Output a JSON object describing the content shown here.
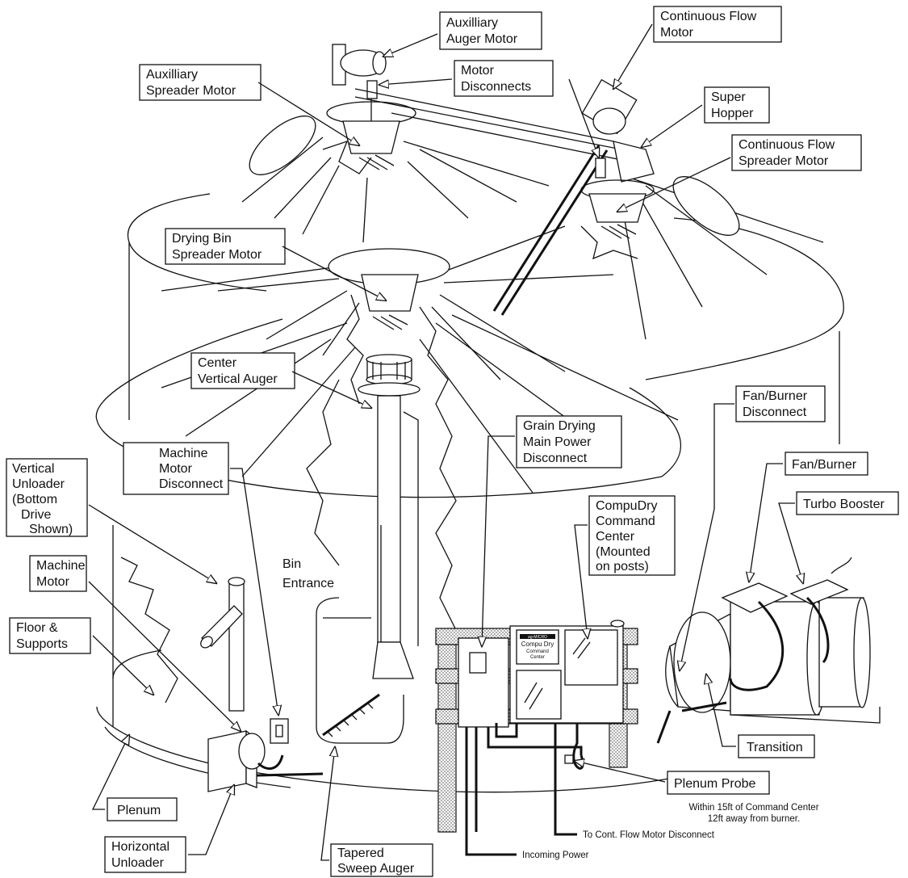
{
  "diagram": {
    "labels": {
      "aux_auger_motor": [
        "Auxilliary",
        "Auger Motor"
      ],
      "continuous_flow_motor": [
        "Continuous Flow",
        "Motor"
      ],
      "aux_spreader_motor": [
        "Auxilliary",
        "Spreader Motor"
      ],
      "motor_disconnects": [
        "Motor",
        "Disconnects"
      ],
      "super_hopper": [
        "Super",
        "Hopper"
      ],
      "cf_spreader_motor": [
        "Continuous Flow",
        "Spreader Motor"
      ],
      "drying_bin_spreader": [
        "Drying Bin",
        "Spreader Motor"
      ],
      "center_vertical_auger": [
        "Center",
        "Vertical Auger"
      ],
      "fan_burner_disconnect": [
        "Fan/Burner",
        "Disconnect"
      ],
      "grain_drying_main": [
        "Grain Drying",
        "Main Power",
        "Disconnect"
      ],
      "machine_motor_disconnect": [
        "Machine",
        "Motor",
        "Disconnect"
      ],
      "vertical_unloader": [
        "Vertical",
        "Unloader",
        "(Bottom",
        "Drive",
        "Shown)"
      ],
      "fan_burner": [
        "Fan/Burner"
      ],
      "turbo_booster": [
        "Turbo Booster"
      ],
      "compudry": [
        "CompuDry",
        "Command",
        "Center",
        "(Mounted",
        "on posts)"
      ],
      "bin_entrance": [
        "Bin",
        "Entrance"
      ],
      "machine_motor": [
        "Machine",
        "Motor"
      ],
      "floor_supports": [
        "Floor &",
        "Supports"
      ],
      "transition": [
        "Transition"
      ],
      "plenum_probe": [
        "Plenum Probe"
      ],
      "plenum": [
        "Plenum"
      ],
      "horizontal_unloader": [
        "Horizontal",
        "Unloader"
      ],
      "tapered_sweep_auger": [
        "Tapered",
        "Sweep Auger"
      ]
    },
    "notes": {
      "probe_note": [
        "Within 15ft of Command Center",
        "12ft away from burner."
      ],
      "to_cont_flow": "To Cont. Flow Motor Disconnect",
      "incoming_power": "Incoming Power"
    },
    "panel_text": {
      "brand": "ag-MICRO",
      "title": [
        "Compu Dry",
        "Command",
        "Center"
      ]
    }
  }
}
